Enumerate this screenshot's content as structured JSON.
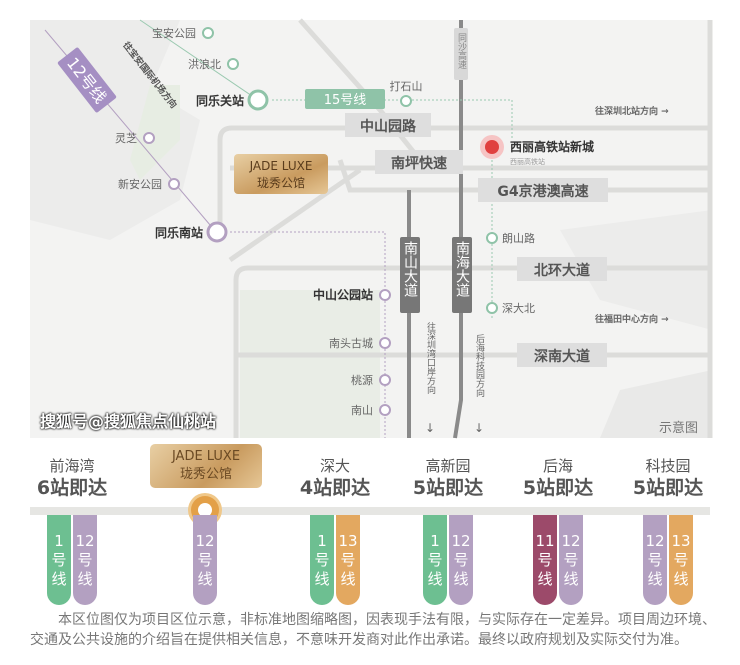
{
  "colors": {
    "line1": "#6dbf91",
    "line11": "#9c4a6a",
    "line12": "#b3a0c1",
    "line13": "#e3a860",
    "line15": "#8fc3a8",
    "gold": "#c99b5f",
    "rail": "#e0403f"
  },
  "map": {
    "line12_label": "12号线",
    "line12_direction": "往宝安国际机场方向",
    "line15_label": "15号线",
    "project": {
      "en": "JADE LUXE",
      "cn": "珑秀公馆"
    },
    "stations": {
      "baoan_park": "宝安公园",
      "honglangbei": "洪浪北",
      "tongleguan": "同乐关站",
      "dashishan": "打石山",
      "lingzhi": "灵芝",
      "xinan_park": "新安公园",
      "tongle_south": "同乐南站",
      "zhongshan_park": "中山公园站",
      "nantou": "南头古城",
      "taoyuan": "桃源",
      "nanshan": "南山",
      "langshan": "朗山路",
      "shendabei": "深大北"
    },
    "xili": {
      "name": "西丽高铁站新城",
      "sub": "西丽高铁站"
    },
    "roads": {
      "zhongshanyuan": "中山园路",
      "nanping": "南坪快速",
      "g4": "G4京港澳高速",
      "beihuan": "北环大道",
      "shennan": "深南大道",
      "nanshan_ave": "南山大道",
      "nanhai_ave": "南海大道",
      "tongsha": "同沙高速"
    },
    "directions": {
      "shenzhen_north": "往深圳北站方向 →",
      "futian": "往福田中心方向 →",
      "shekou": "往深圳湾口岸方向",
      "houhai": "后海科技园方向"
    },
    "schematic": "示意图"
  },
  "route": {
    "project": {
      "en": "JADE LUXE",
      "cn": "珑秀公馆"
    },
    "stops": [
      {
        "name": "前海湾",
        "dist": "6站即达",
        "lines": [
          {
            "n": "1",
            "c": "#6dbf91"
          },
          {
            "n": "12",
            "c": "#b3a0c1"
          }
        ]
      },
      {
        "name": "",
        "dist": "",
        "lines": [
          {
            "n": "12",
            "c": "#b3a0c1"
          }
        ]
      },
      {
        "name": "深大",
        "dist": "4站即达",
        "lines": [
          {
            "n": "1",
            "c": "#6dbf91"
          },
          {
            "n": "13",
            "c": "#e3a860"
          }
        ]
      },
      {
        "name": "高新园",
        "dist": "5站即达",
        "lines": [
          {
            "n": "1",
            "c": "#6dbf91"
          },
          {
            "n": "12",
            "c": "#b3a0c1"
          }
        ]
      },
      {
        "name": "后海",
        "dist": "5站即达",
        "lines": [
          {
            "n": "11",
            "c": "#9c4a6a"
          },
          {
            "n": "12",
            "c": "#b3a0c1"
          }
        ]
      },
      {
        "name": "科技园",
        "dist": "5站即达",
        "lines": [
          {
            "n": "12",
            "c": "#b3a0c1"
          },
          {
            "n": "13",
            "c": "#e3a860"
          }
        ]
      }
    ],
    "line_suffix": "号线"
  },
  "disclaimer": "本区位图仅为项目区位示意，非标准地图缩略图，因表现手法有限，与实际存在一定差异。项目周边环境、交通及公共设施的介绍旨在提供相关信息，不意味开发商对此作出承诺。最终以政府规划及实际交付为准。",
  "watermark": "搜狐号@搜狐焦点仙桃站"
}
